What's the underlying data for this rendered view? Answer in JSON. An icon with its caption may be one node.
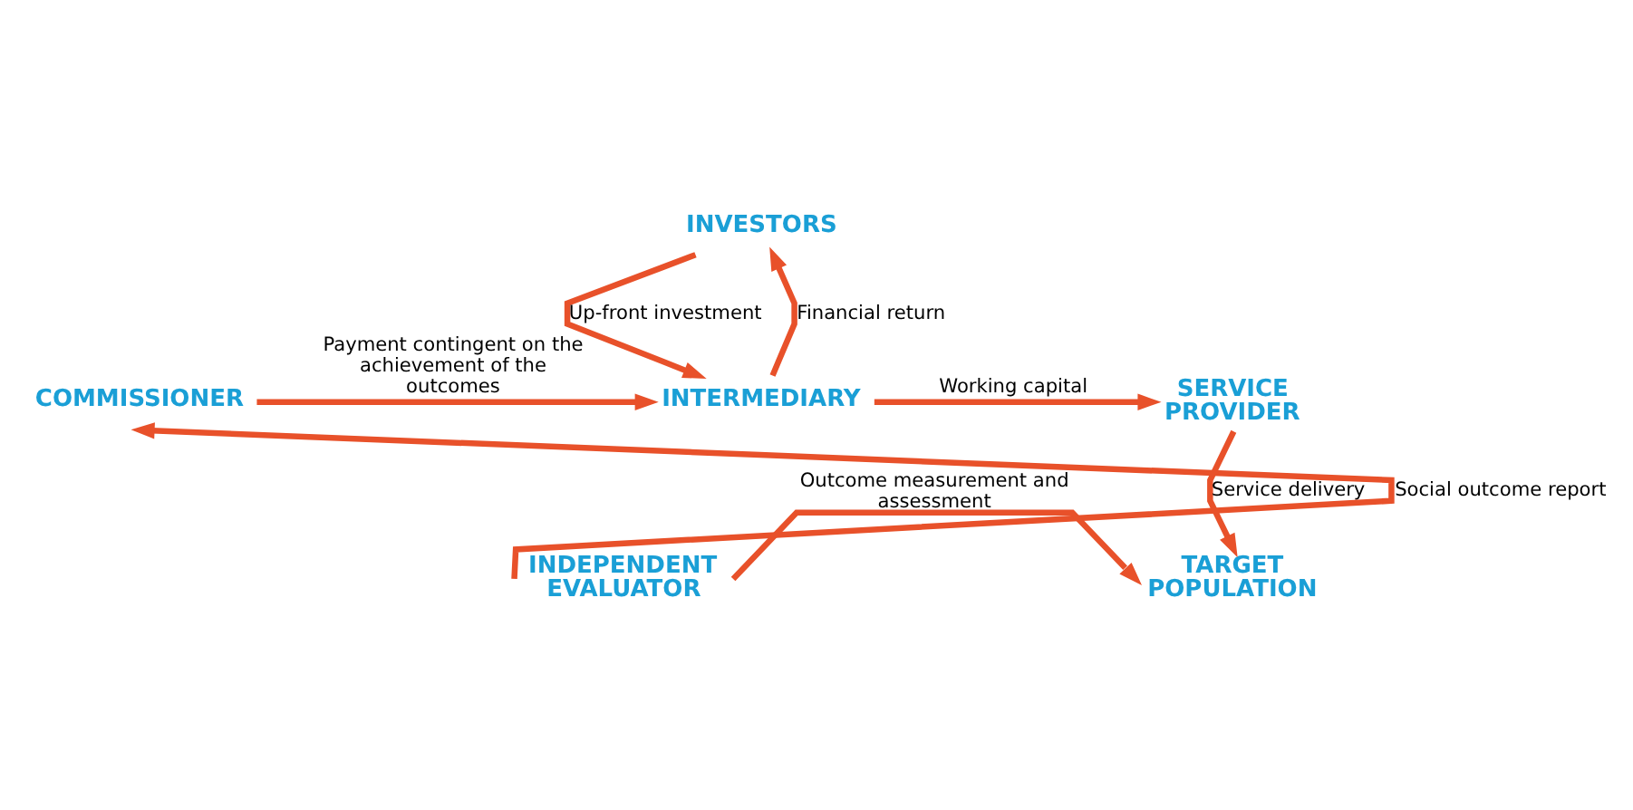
{
  "diagram": {
    "nodes": [
      {
        "text": [
          "INVESTORS"
        ]
      },
      {
        "text": [
          "COMMISSIONER"
        ]
      },
      {
        "text": [
          "INTERMEDIARY"
        ]
      },
      {
        "text": [
          "SERVICE PROVIDER"
        ]
      },
      {
        "text": [
          "INDEPENDENT EVALUATOR"
        ]
      },
      {
        "text": [
          "TARGET POPULATION"
        ]
      }
    ],
    "edges": [
      {
        "from": 2,
        "to": 0,
        "arrow": "to",
        "label": "Financial return"
      },
      {
        "from": 0,
        "to": 2,
        "arrow": "to",
        "label": "Up-front investment"
      },
      {
        "from": 1,
        "to": 2,
        "arrow": "to",
        "label": "Payment contingent on the achievement of the outcomes"
      },
      {
        "from": 2,
        "to": 3,
        "arrow": "to",
        "label": "Working capital"
      },
      {
        "from": 3,
        "to": 5,
        "arrow": "to",
        "label": "Service delivery"
      },
      {
        "from": 4,
        "to": 1,
        "arrow": "to",
        "label": "Social outcome report"
      },
      {
        "from": 4,
        "to": 5,
        "arrow": "to",
        "label": "Outcome measurement and assessment"
      }
    ]
  }
}
